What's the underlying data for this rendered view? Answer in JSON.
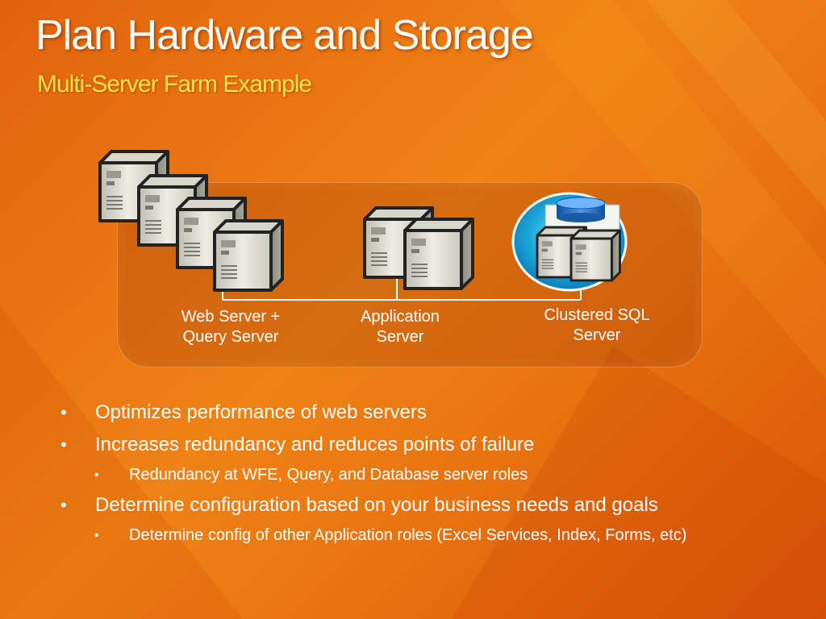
{
  "slide": {
    "title": "Plan Hardware and Storage",
    "subtitle": "Multi-Server Farm Example"
  },
  "diagram": {
    "groups": [
      {
        "label": "Web Server +\nQuery Server",
        "server_count": 4,
        "icon": "server-icon"
      },
      {
        "label": "Application\nServer",
        "server_count": 2,
        "icon": "server-icon"
      },
      {
        "label": "Clustered SQL\nServer",
        "server_count": 2,
        "icon": "database-icon"
      }
    ],
    "colors": {
      "background": "#ea7412",
      "subtitle": "#ffe14a",
      "text": "#ffffff",
      "sql_circle": "#14a6d8"
    }
  },
  "bullets": [
    {
      "level": 1,
      "marker": "•",
      "text": "Optimizes performance of web servers"
    },
    {
      "level": 1,
      "marker": "•",
      "text": "Increases redundancy and reduces points of failure"
    },
    {
      "level": 2,
      "marker": "•",
      "text": "Redundancy at WFE, Query, and Database server roles"
    },
    {
      "level": 1,
      "marker": "•",
      "text": "Determine configuration based on your business needs and goals"
    },
    {
      "level": 2,
      "marker": "•",
      "text": "Determine config of other Application roles (Excel Services, Index, Forms, etc)"
    }
  ]
}
